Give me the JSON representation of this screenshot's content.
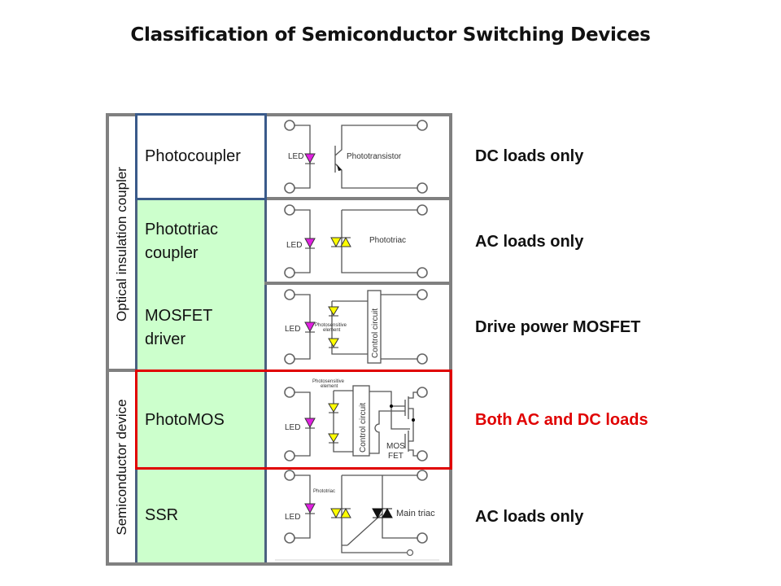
{
  "title": "Classification of Semiconductor Switching Devices",
  "groups": [
    {
      "label": "Optical insulation coupler"
    },
    {
      "label": "Semiconductor device"
    }
  ],
  "devices": [
    {
      "name": "Photocoupler",
      "load": "DC loads only",
      "highlight": "blue"
    },
    {
      "name": "Phototriac coupler",
      "load": "AC loads only"
    },
    {
      "name": "MOSFET driver",
      "load": "Drive power MOSFET"
    },
    {
      "name": "PhotoMOS",
      "load": "Both AC and DC loads",
      "highlight": "red"
    },
    {
      "name": "SSR",
      "load": "AC loads only"
    }
  ],
  "diagram_labels": {
    "led": "LED",
    "phototransistor": "Phototransistor",
    "phototriac": "Phototriac",
    "photosensitive_1": "Photosensitive",
    "photosensitive_2": "element",
    "control_circuit": "Control circuit",
    "mos": "MOS",
    "fet": "FET",
    "main_triac": "Main triac"
  },
  "colors": {
    "highlight_red": "#e00000",
    "highlight_blue": "#3a5a8a",
    "cell_green": "#ccffcc",
    "led_magenta": "#e020e0",
    "photo_yellow": "#ffff00"
  }
}
